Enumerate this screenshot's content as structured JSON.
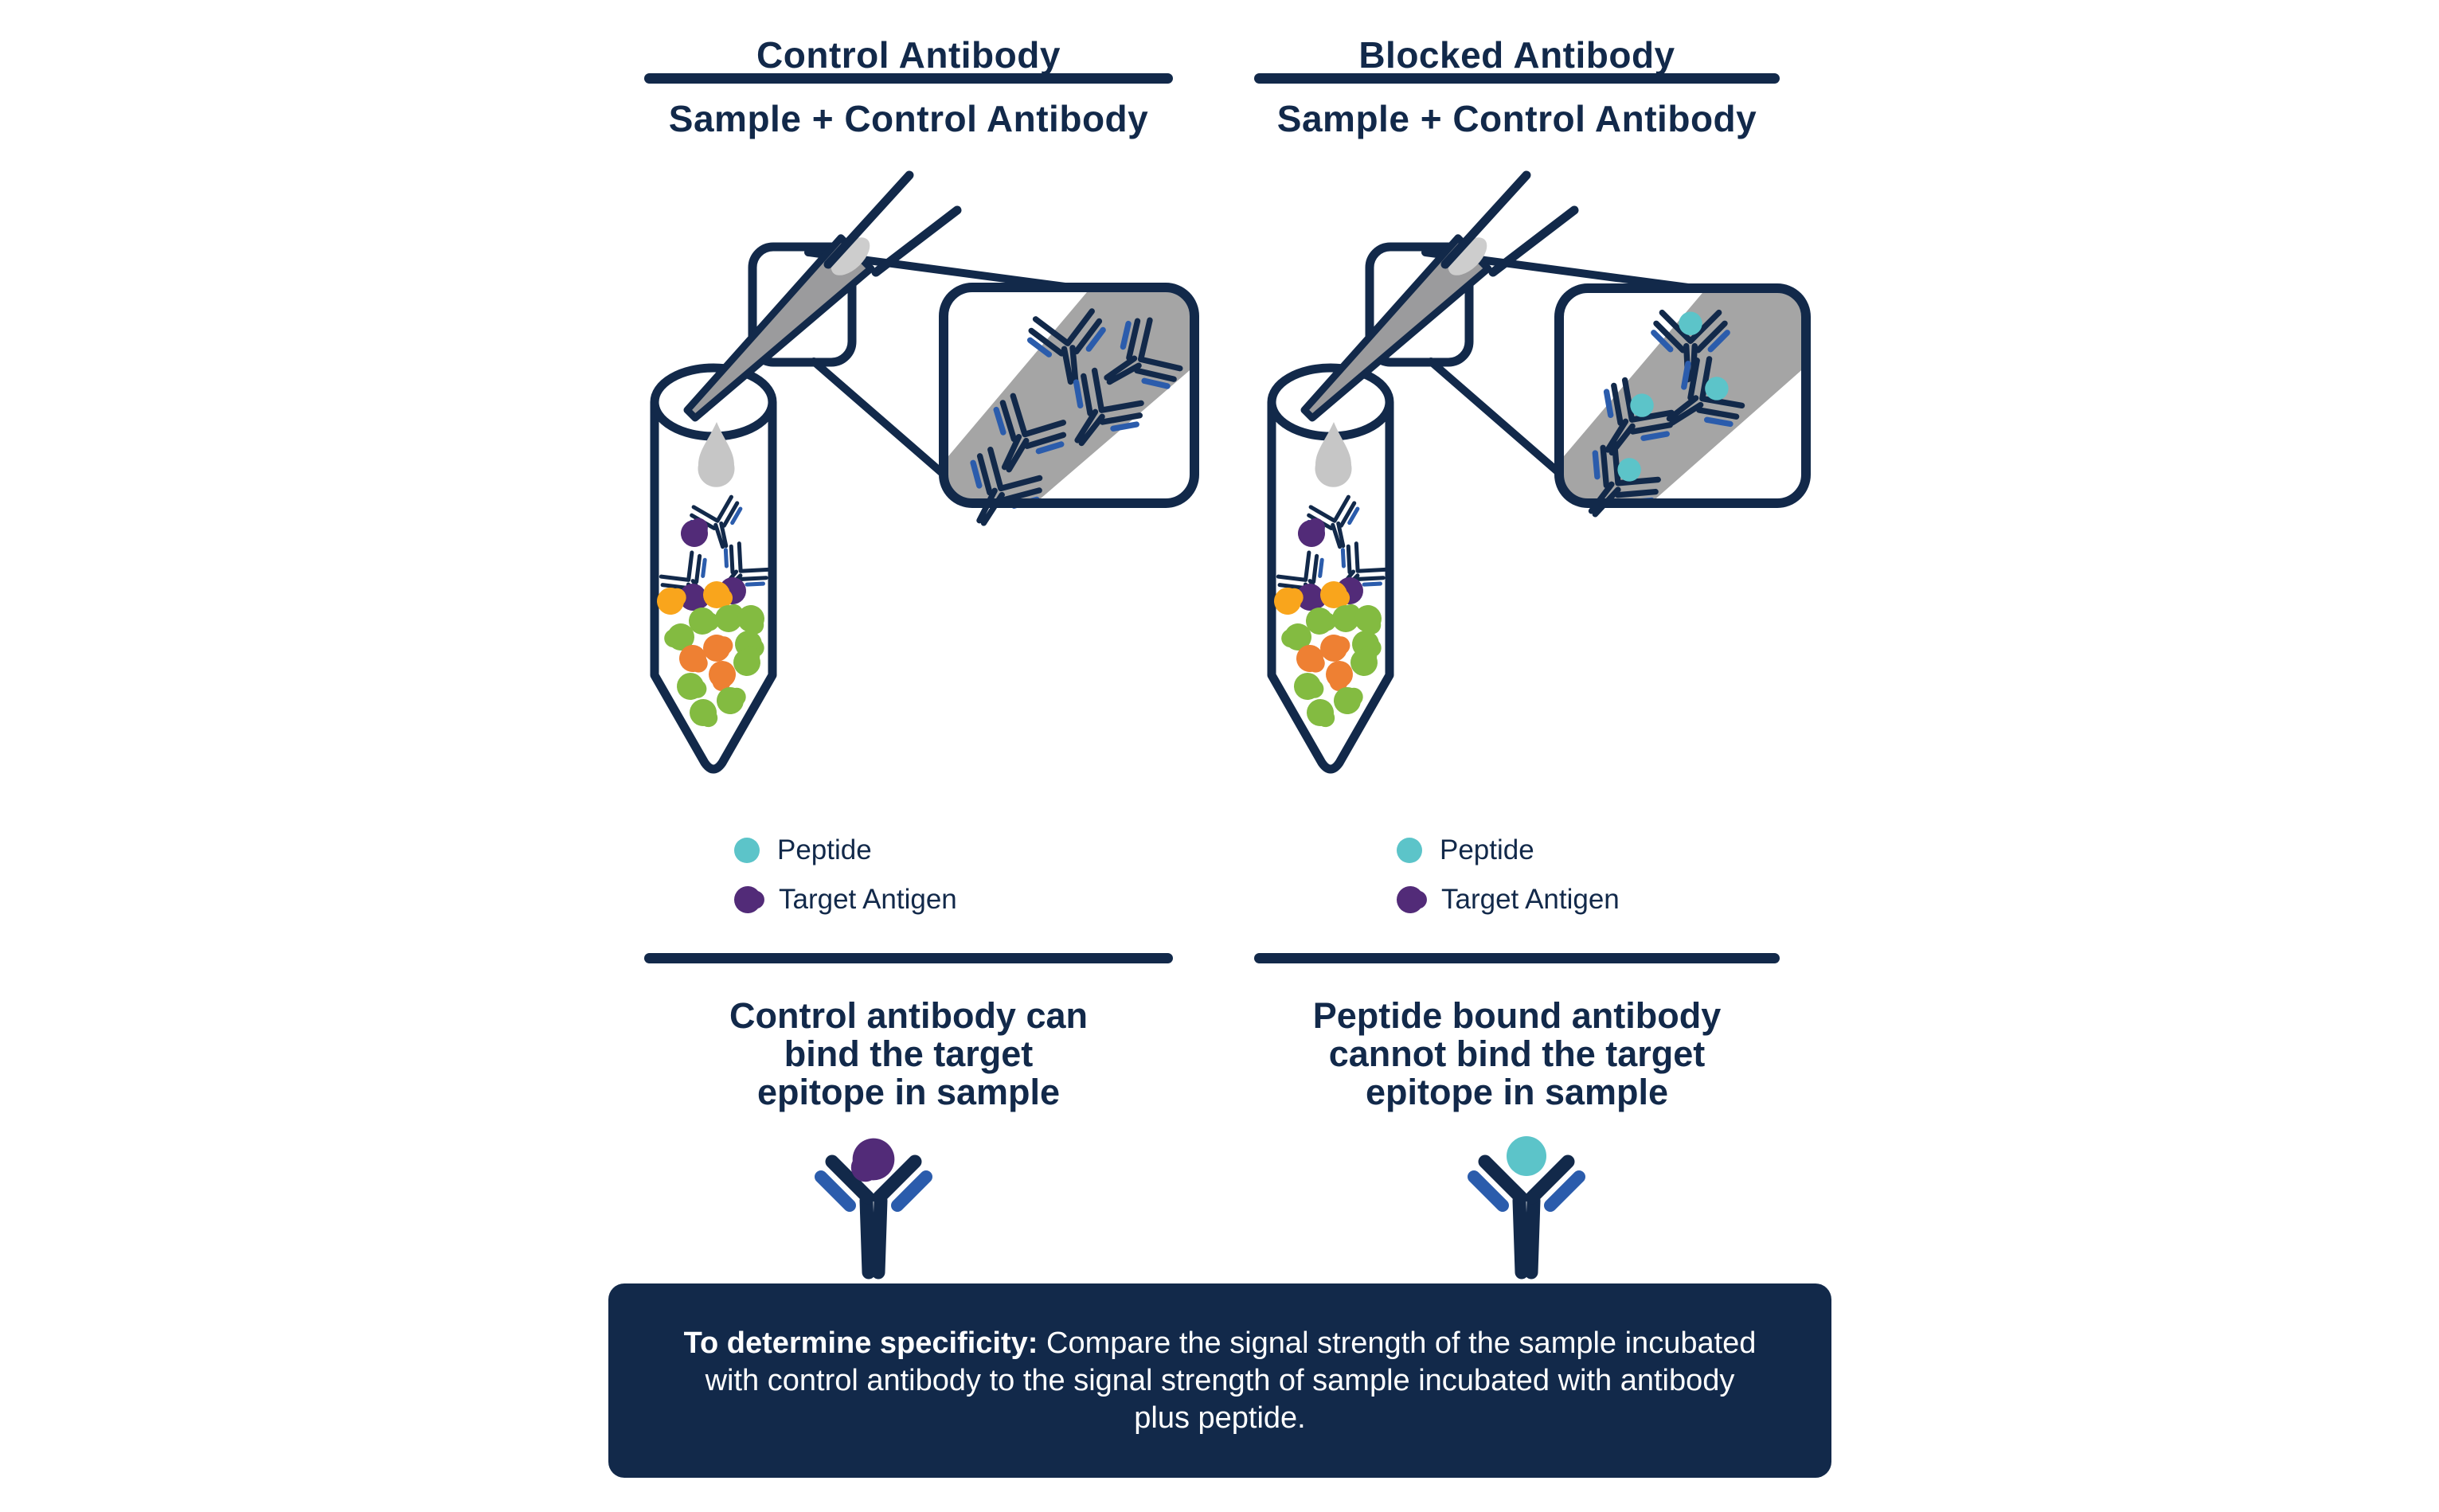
{
  "colors": {
    "navy": "#12294A",
    "blue": "#2B5CAC",
    "teal": "#5CC4C9",
    "purple": "#522B78",
    "green": "#83BB41",
    "orange_bright": "#F9A51C",
    "orange_dark": "#EE8033",
    "gray_band": "#A5A5A5",
    "gray_pipette": "#9B9B9D",
    "gray_light": "#CDCDCD",
    "gray_drop": "#C6C6C6"
  },
  "panels": [
    {
      "title": "Control Antibody",
      "subtitle": "Sample + Control Antibody",
      "legend": [
        {
          "icon": "peptide-dot",
          "label": "Peptide"
        },
        {
          "icon": "target-antigen-shape",
          "label": "Target Antigen"
        }
      ],
      "headline_line1": "Control antibody can",
      "headline_line2": "bind the target",
      "headline_line3": "epitope in sample",
      "result_icon": "antibody-binding-antigen"
    },
    {
      "title": "Blocked Antibody",
      "subtitle": "Sample + Control Antibody",
      "legend": [
        {
          "icon": "peptide-dot",
          "label": "Peptide"
        },
        {
          "icon": "target-antigen-shape",
          "label": "Target Antigen"
        }
      ],
      "headline_line1": "Peptide bound antibody",
      "headline_line2": "cannot bind the target",
      "headline_line3": "epitope in sample",
      "result_icon": "antibody-blocked-by-peptide"
    }
  ],
  "footer": {
    "lead_bold": "To determine specificity:",
    "line1_rest": " Compare the signal strength of the sample incubated",
    "line2": "with control antibody to the signal strength of sample incubated with antibody",
    "line3": "plus peptide."
  }
}
